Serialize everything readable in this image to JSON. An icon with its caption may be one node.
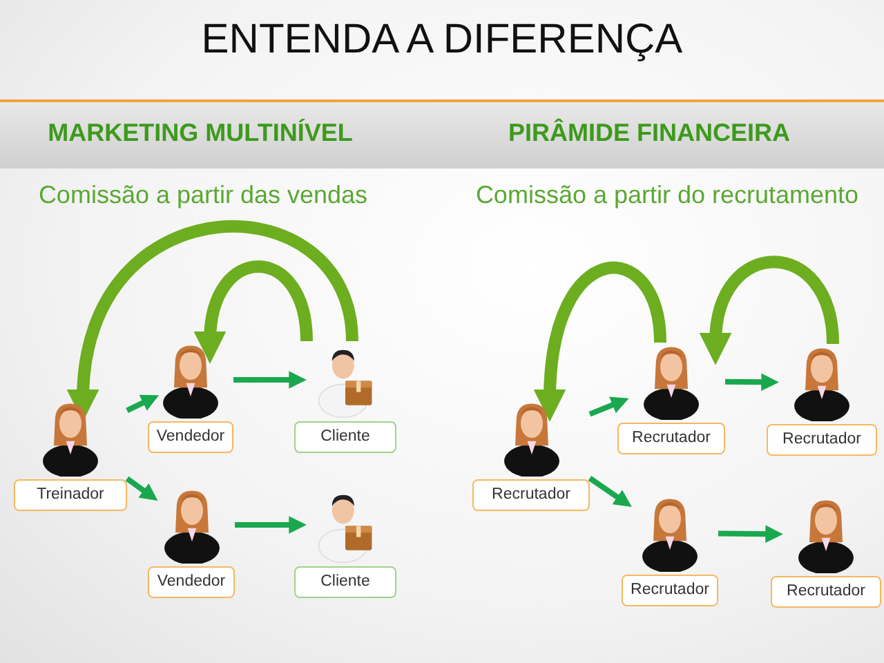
{
  "diagram": {
    "title": "ENTENDA A DIFERENÇA",
    "nodes": [
      {
        "text": [
          "Treinador"
        ]
      },
      {
        "text": [
          "Vendedor"
        ]
      },
      {
        "text": [
          "Cliente"
        ]
      },
      {
        "text": [
          "Vendedor"
        ]
      },
      {
        "text": [
          "Cliente"
        ]
      },
      {
        "text": [
          "Recrutador"
        ]
      },
      {
        "text": [
          "Recrutador"
        ]
      },
      {
        "text": [
          "Recrutador"
        ]
      },
      {
        "text": [
          "Recrutador"
        ]
      },
      {
        "text": [
          "Recrutador"
        ]
      }
    ],
    "edges": [
      {
        "from": 0,
        "to": 1,
        "arrow": "to"
      },
      {
        "from": 0,
        "to": 3,
        "arrow": "to"
      },
      {
        "from": 1,
        "to": 2,
        "arrow": "to"
      },
      {
        "from": 3,
        "to": 4,
        "arrow": "to"
      },
      {
        "from": 2,
        "to": 0,
        "arrow": "to",
        "style": "thick",
        "color": "#6cae1f"
      },
      {
        "from": 2,
        "to": 1,
        "arrow": "to",
        "style": "thick",
        "color": "#6cae1f"
      },
      {
        "from": 5,
        "to": 6,
        "arrow": "to"
      },
      {
        "from": 5,
        "to": 8,
        "arrow": "to"
      },
      {
        "from": 6,
        "to": 7,
        "arrow": "to"
      },
      {
        "from": 8,
        "to": 9,
        "arrow": "to"
      },
      {
        "from": 6,
        "to": 5,
        "arrow": "to",
        "style": "thick",
        "color": "#6cae1f"
      },
      {
        "from": 7,
        "to": 6,
        "arrow": "to",
        "style": "thick",
        "color": "#6cae1f"
      }
    ],
    "labels": [
      "MARKETING MULTINÍVEL",
      "PIRÂMIDE FINANCEIRA",
      "Comissão a partir das vendas",
      "Comissão a partir do recrutamento"
    ]
  }
}
